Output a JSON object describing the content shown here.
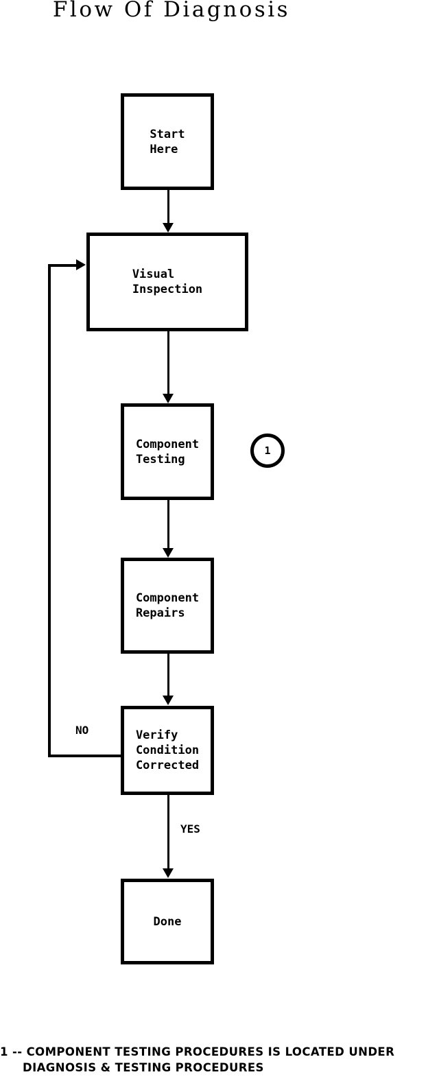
{
  "diagram": {
    "title": "Flow Of Diagnosis",
    "type": "flowchart",
    "nodes": [
      {
        "id": "start",
        "label": "Start\nHere",
        "shape": "rectangle"
      },
      {
        "id": "visual",
        "label": "Visual\nInspection",
        "shape": "rectangle"
      },
      {
        "id": "testing",
        "label": "Component\nTesting",
        "shape": "rectangle"
      },
      {
        "id": "repairs",
        "label": "Component\nRepairs",
        "shape": "rectangle"
      },
      {
        "id": "verify",
        "label": "Verify\nCondition\nCorrected",
        "shape": "rectangle"
      },
      {
        "id": "done",
        "label": "Done",
        "shape": "rectangle"
      }
    ],
    "edges": [
      {
        "from": "start",
        "to": "visual",
        "label": ""
      },
      {
        "from": "visual",
        "to": "testing",
        "label": ""
      },
      {
        "from": "testing",
        "to": "repairs",
        "label": ""
      },
      {
        "from": "repairs",
        "to": "verify",
        "label": ""
      },
      {
        "from": "verify",
        "to": "done",
        "label": "YES"
      },
      {
        "from": "verify",
        "to": "visual",
        "label": "NO"
      }
    ],
    "branch_labels": {
      "no": "NO",
      "yes": "YES"
    },
    "reference_markers": [
      {
        "id": "ref1",
        "number": "1"
      }
    ],
    "footnote": {
      "line1": "1 -- COMPONENT TESTING PROCEDURES IS LOCATED UNDER",
      "line2": "DIAGNOSIS & TESTING PROCEDURES"
    },
    "colors": {
      "stroke": "#000000",
      "fill": "#ffffff",
      "text": "#000000"
    }
  }
}
